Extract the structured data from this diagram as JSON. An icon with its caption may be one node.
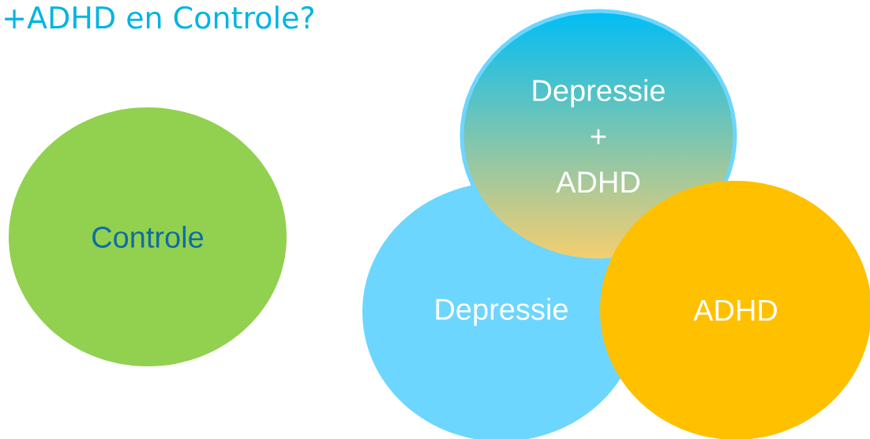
{
  "diagram": {
    "title": "+ADHD en Controle?",
    "nodes": [
      {
        "text": [
          "Controle"
        ]
      },
      {
        "text": [
          "Depressie"
        ]
      },
      {
        "text": [
          "Depressie + ADHD"
        ]
      },
      {
        "text": [
          "ADHD"
        ]
      }
    ]
  }
}
